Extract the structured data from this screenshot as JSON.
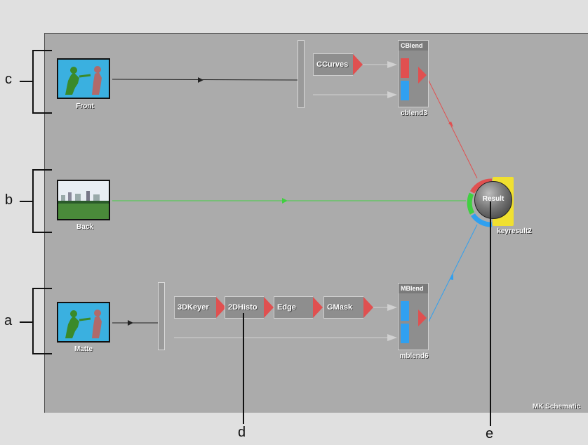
{
  "panel": {
    "title": "MK Schematic"
  },
  "sources": [
    {
      "name": "Front",
      "kind": "green-blue"
    },
    {
      "name": "Back",
      "kind": "landscape"
    },
    {
      "name": "Matte",
      "kind": "green-blue"
    }
  ],
  "nodes": {
    "ccurves": "CCurves",
    "keyer": "3DKeyer",
    "histo": "2DHisto",
    "edge": "Edge",
    "gmask": "GMask"
  },
  "blends": {
    "cblend": {
      "title": "CBlend",
      "name": "cblend3"
    },
    "mblend": {
      "title": "MBlend",
      "name": "mblend6"
    }
  },
  "result": {
    "label": "Result",
    "name": "keyresult2"
  },
  "callouts": {
    "a": "a",
    "b": "b",
    "c": "c",
    "d": "d",
    "e": "e"
  },
  "colors": {
    "red": "#e05050",
    "green": "#40d040",
    "blue": "#30a0f0",
    "yellow": "#f0e030",
    "wire": "#d0d0d0"
  }
}
